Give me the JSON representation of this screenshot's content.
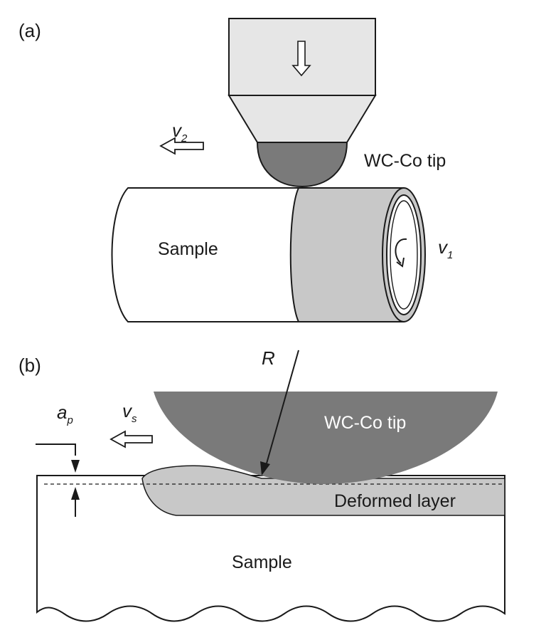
{
  "panel_a": {
    "label": "(a)",
    "tip_label": "WC-Co tip",
    "sample_label": "Sample",
    "v2": {
      "symbol": "v",
      "subscript": "2"
    },
    "v1": {
      "symbol": "v",
      "subscript": "1"
    }
  },
  "panel_b": {
    "label": "(b)",
    "radius_label": "R",
    "tip_label": "WC-Co tip",
    "deformed_label": "Deformed layer",
    "sample_label": "Sample",
    "ap": {
      "symbol": "a",
      "subscript": "p"
    },
    "vs": {
      "symbol": "v",
      "subscript": "s"
    }
  },
  "colors": {
    "tool_body": "#e6e6e6",
    "tip": "#7a7a7a",
    "deformed": "#c8c8c8",
    "outline": "#1a1a1a",
    "background": "#ffffff"
  }
}
